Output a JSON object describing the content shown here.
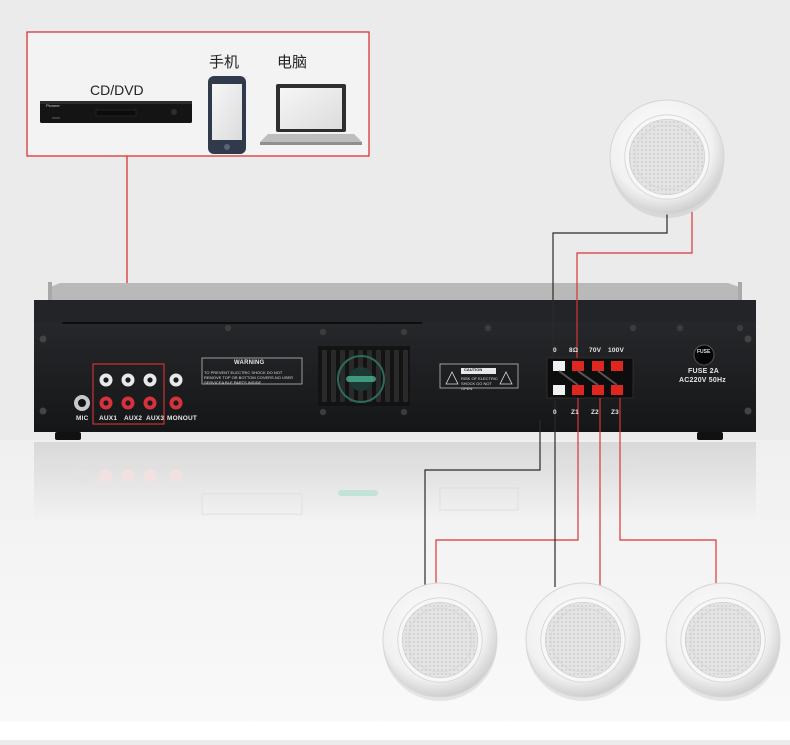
{
  "sources": {
    "cd_dvd_label": "CD/DVD",
    "phone_label": "手机",
    "laptop_label": "电脑",
    "player_brand": "Pioneer"
  },
  "amplifier": {
    "warning_title": "WARNING",
    "warning_text": "TO PREVENT ELECTRIC SHOCK DO NOT REMOVE TOP OR BOTTOM COVERS.NO USER SERVICEA BLE PARTS INSIDE",
    "caution_title": "CAUTION",
    "caution_text": "RISK OF ELECTRIC SHOCK DO NOT OPEN",
    "inputs": [
      {
        "label": "MIC"
      },
      {
        "label": "AUX1"
      },
      {
        "label": "AUX2"
      },
      {
        "label": "AUX3"
      },
      {
        "label": "MONOUT"
      }
    ],
    "terminals_top": [
      "0",
      "8Ω",
      "70V",
      "100V"
    ],
    "terminals_bottom": [
      "0",
      "Z1",
      "Z2",
      "Z3"
    ],
    "fuse_line1": "FUSE 2A",
    "fuse_line2": "AC220V 50Hz",
    "fuse_cap": "FUSE"
  },
  "speakers": [
    {
      "name": "ceiling-speaker-top"
    },
    {
      "name": "ceiling-speaker-left"
    },
    {
      "name": "ceiling-speaker-middle"
    },
    {
      "name": "ceiling-speaker-right"
    }
  ],
  "colors": {
    "highlight_red": "#d93535",
    "chassis": "#1d1e20",
    "wire_dark": "#2a2a2a",
    "terminal_red": "#e0271f"
  }
}
